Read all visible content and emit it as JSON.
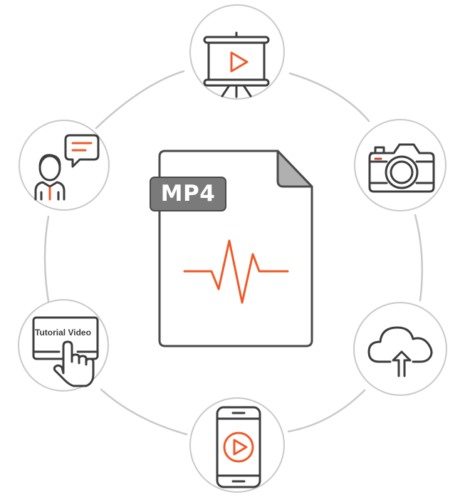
{
  "diagram": {
    "center": {
      "label": "MP4",
      "icon": "file-icon",
      "graphic": "waveform-icon"
    },
    "nodes": [
      {
        "id": "presentation",
        "icon": "presentation-play-icon",
        "position": "top"
      },
      {
        "id": "camera",
        "icon": "camera-icon",
        "position": "upper-right"
      },
      {
        "id": "cloud-upload",
        "icon": "cloud-upload-icon",
        "position": "lower-right"
      },
      {
        "id": "mobile-video",
        "icon": "mobile-play-icon",
        "position": "bottom"
      },
      {
        "id": "tutorial",
        "icon": "tutorial-video-icon",
        "position": "lower-left",
        "label": "Tutorial Video"
      },
      {
        "id": "speaker",
        "icon": "person-speech-icon",
        "position": "upper-left"
      }
    ],
    "colors": {
      "accent": "#f05a28",
      "stroke": "#3d3d3d",
      "ring": "#c9c9c9",
      "label_bg": "#7a7a7a",
      "fold": "#b0b0b0"
    }
  }
}
